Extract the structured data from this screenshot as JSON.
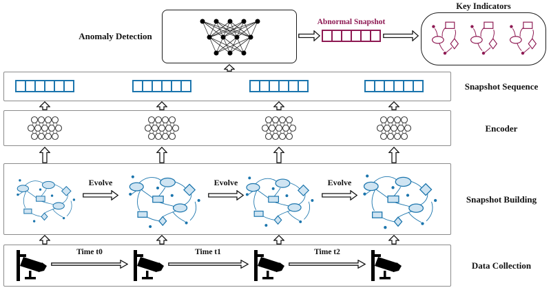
{
  "colors": {
    "blue": "#1b75ad",
    "blue-light": "#cfe4f2",
    "maroon": "#8e1a53"
  },
  "top": {
    "anomaly_detection": "Anomaly Detection",
    "abnormal_snapshot": "Abnormal Snapshot",
    "key_indicators": "Key Indicators"
  },
  "rows": {
    "snapshot_sequence": "Snapshot Sequence",
    "encoder": "Encoder",
    "snapshot_building": "Snapshot Building",
    "data_collection": "Data Collection"
  },
  "evolve": [
    "Evolve",
    "Evolve",
    "Evolve"
  ],
  "times": [
    "Time t0",
    "Time t1",
    "Time t2"
  ],
  "icons": {
    "neural_network": "mlp-network-icon",
    "camera": "cctv-camera-icon",
    "encoder_cluster": "node-cluster-icon",
    "graph_snapshot": "entity-graph-icon",
    "key_indicator": "mini-graph-icon"
  }
}
